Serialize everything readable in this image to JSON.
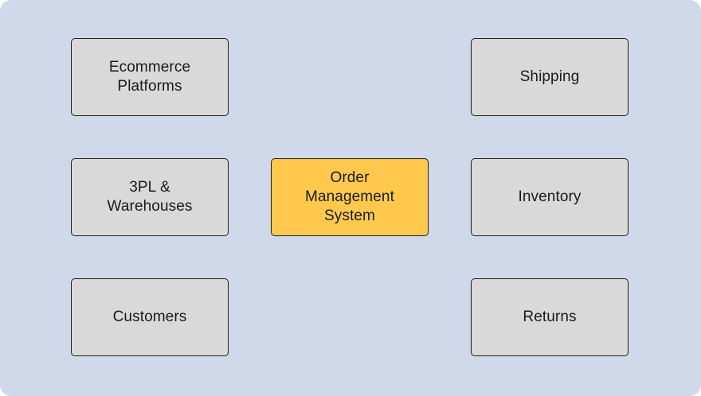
{
  "colors": {
    "background": "#cfd9ea",
    "node_fill": "#d9d9d9",
    "center_fill": "#ffc94d",
    "border": "#1f1f1f"
  },
  "nodes": {
    "ecommerce": "Ecommerce\nPlatforms",
    "warehouses": "3PL &\nWarehouses",
    "customers": "Customers",
    "oms": "Order\nManagement\nSystem",
    "shipping": "Shipping",
    "inventory": "Inventory",
    "returns": "Returns"
  }
}
